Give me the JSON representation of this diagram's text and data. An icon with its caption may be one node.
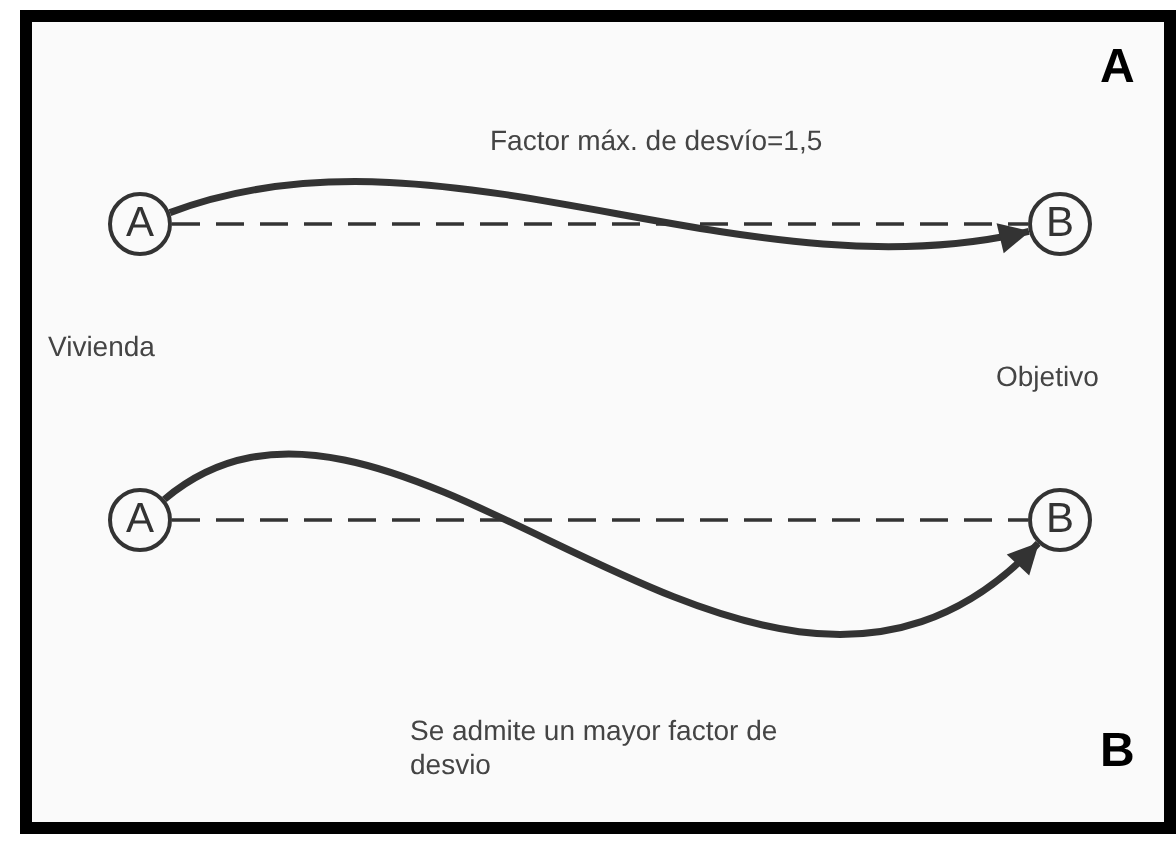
{
  "diagram": {
    "nodes": [
      {
        "text": [
          "A"
        ],
        "beside": [
          "Vivienda"
        ]
      },
      {
        "text": [
          "B"
        ],
        "beside": [
          "Objetivo"
        ]
      },
      {
        "text": [
          "A"
        ]
      },
      {
        "text": [
          "B"
        ]
      }
    ],
    "edges": [
      {
        "from": 0,
        "to": 1,
        "arrow": "to",
        "style": "thick"
      },
      {
        "from": 0,
        "to": 1,
        "arrow": "none",
        "style": "dashed"
      },
      {
        "from": 2,
        "to": 3,
        "arrow": "to",
        "style": "thick"
      },
      {
        "from": 2,
        "to": 3,
        "arrow": "none",
        "style": "dashed"
      }
    ],
    "labels": [
      "A",
      "Factor máx. de desvío=1,5",
      "Se admite un mayor factor de desvio",
      "B"
    ]
  }
}
